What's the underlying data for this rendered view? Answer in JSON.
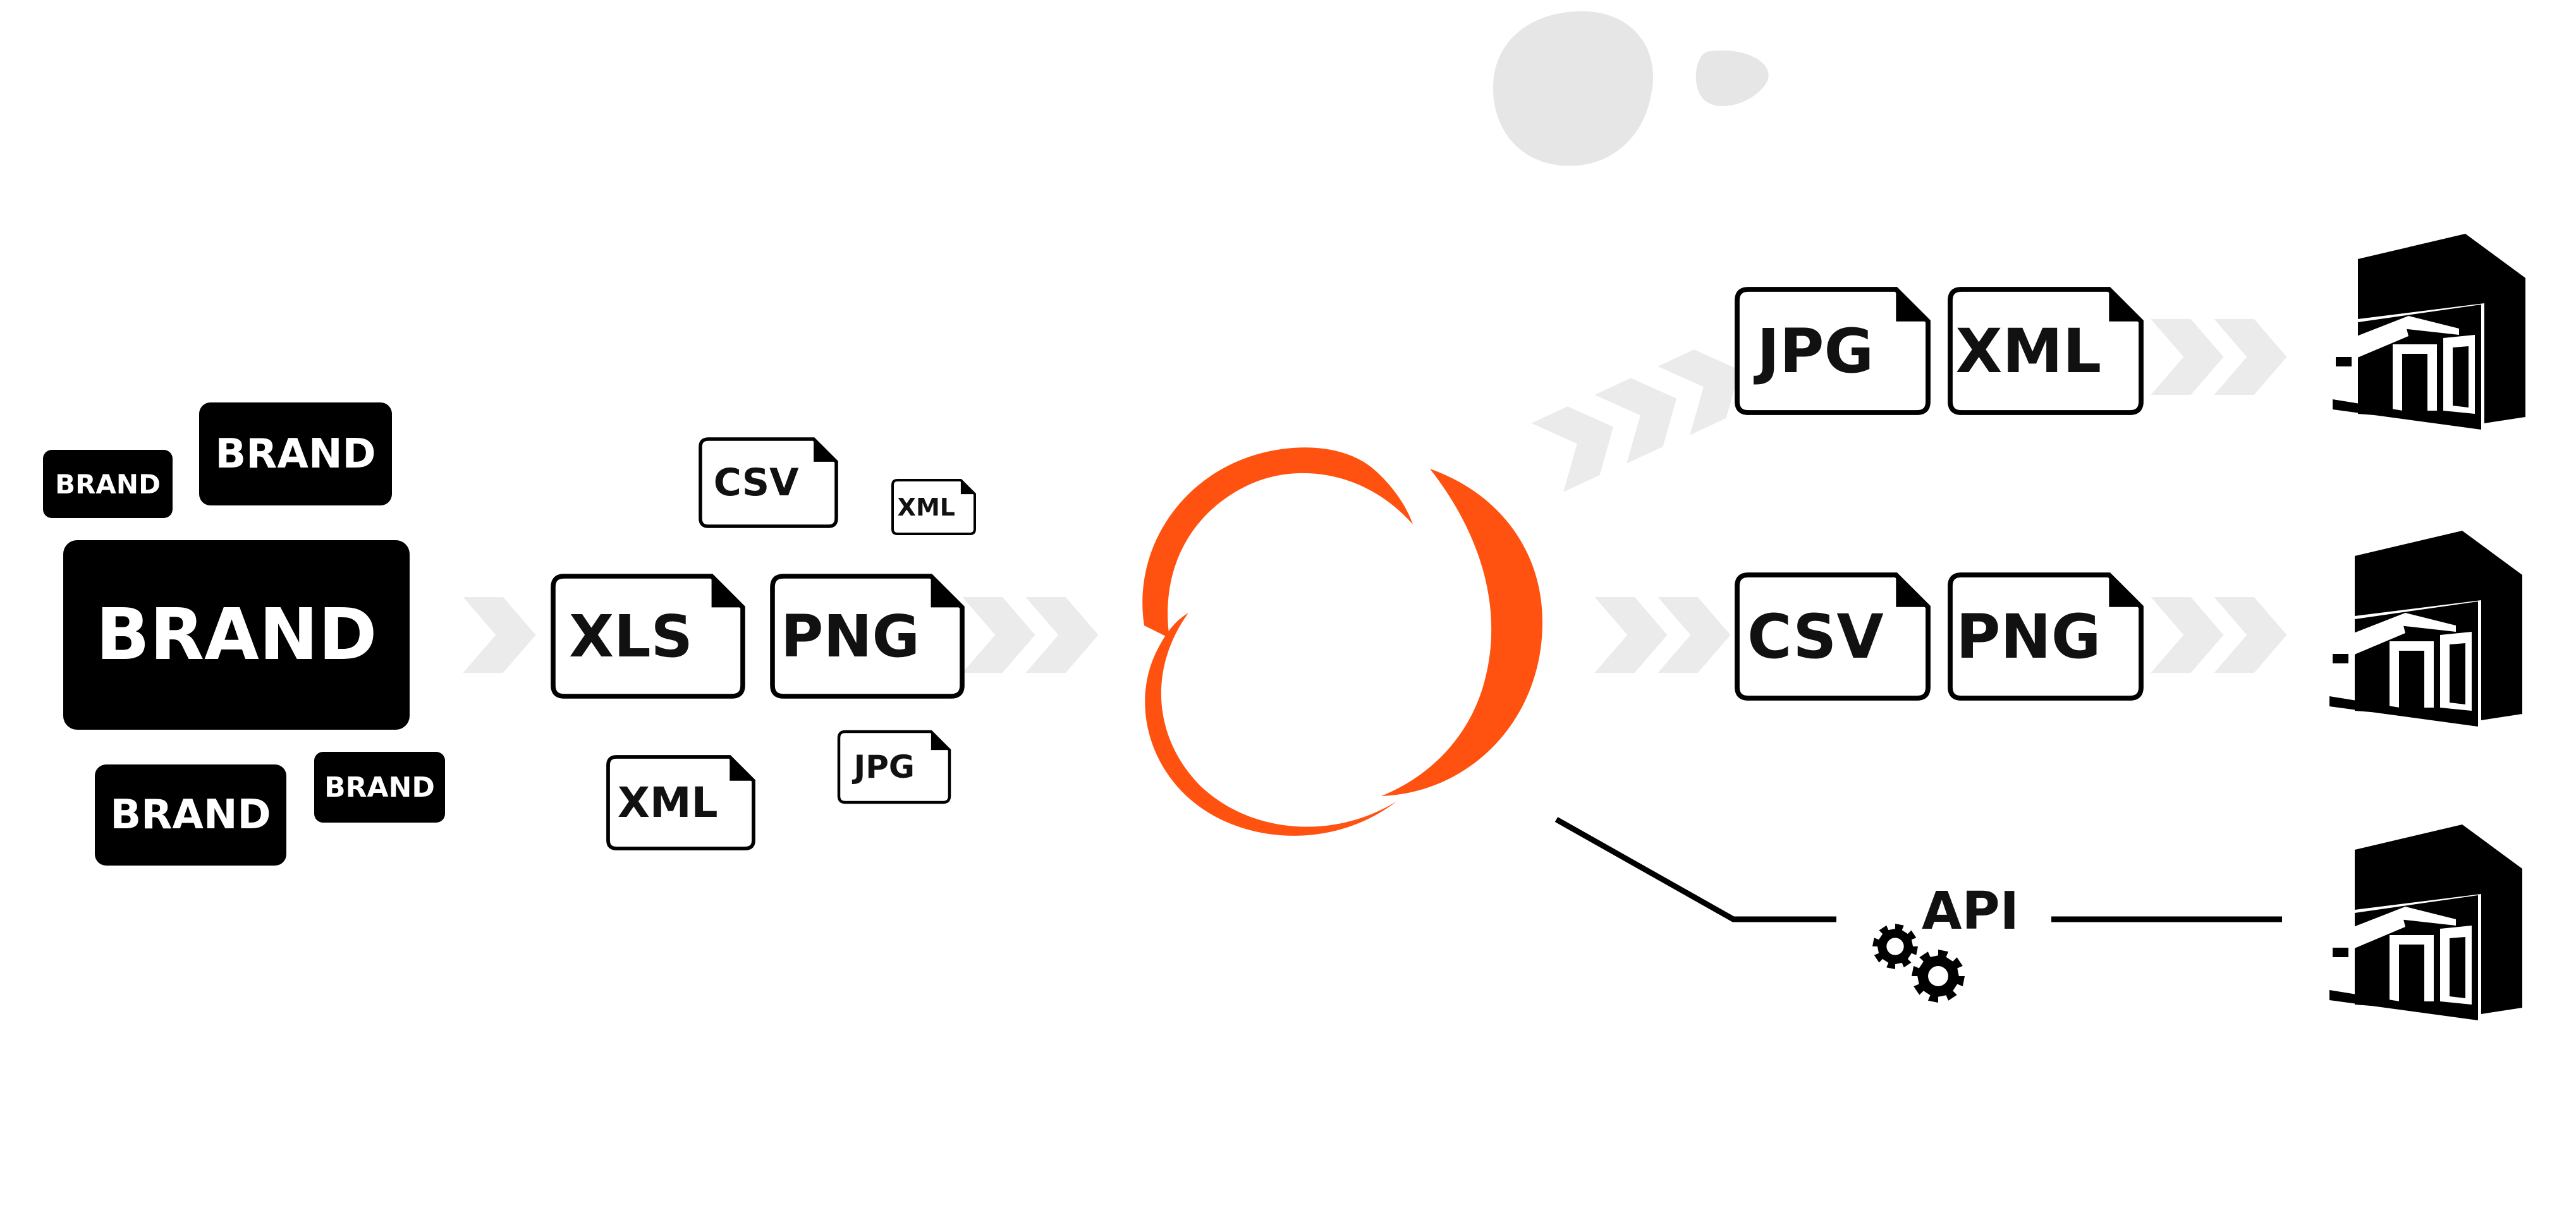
{
  "brands": [
    "BRAND",
    "BRAND",
    "BRAND",
    "BRAND",
    "BRAND"
  ],
  "input_formats": [
    "CSV",
    "XML",
    "XLS",
    "PNG",
    "XML",
    "JPG"
  ],
  "output_channel_1": [
    "JPG",
    "XML"
  ],
  "output_channel_2": [
    "CSV",
    "PNG"
  ],
  "api_label": "API",
  "colors": {
    "accent": "#FF5210",
    "ink": "#000000",
    "chevron": "#EBEBEB",
    "blob": "#E6E6E6"
  },
  "icons": [
    "gear-icon",
    "store-icon",
    "logo-ring-icon",
    "chevron-arrow-icon"
  ]
}
